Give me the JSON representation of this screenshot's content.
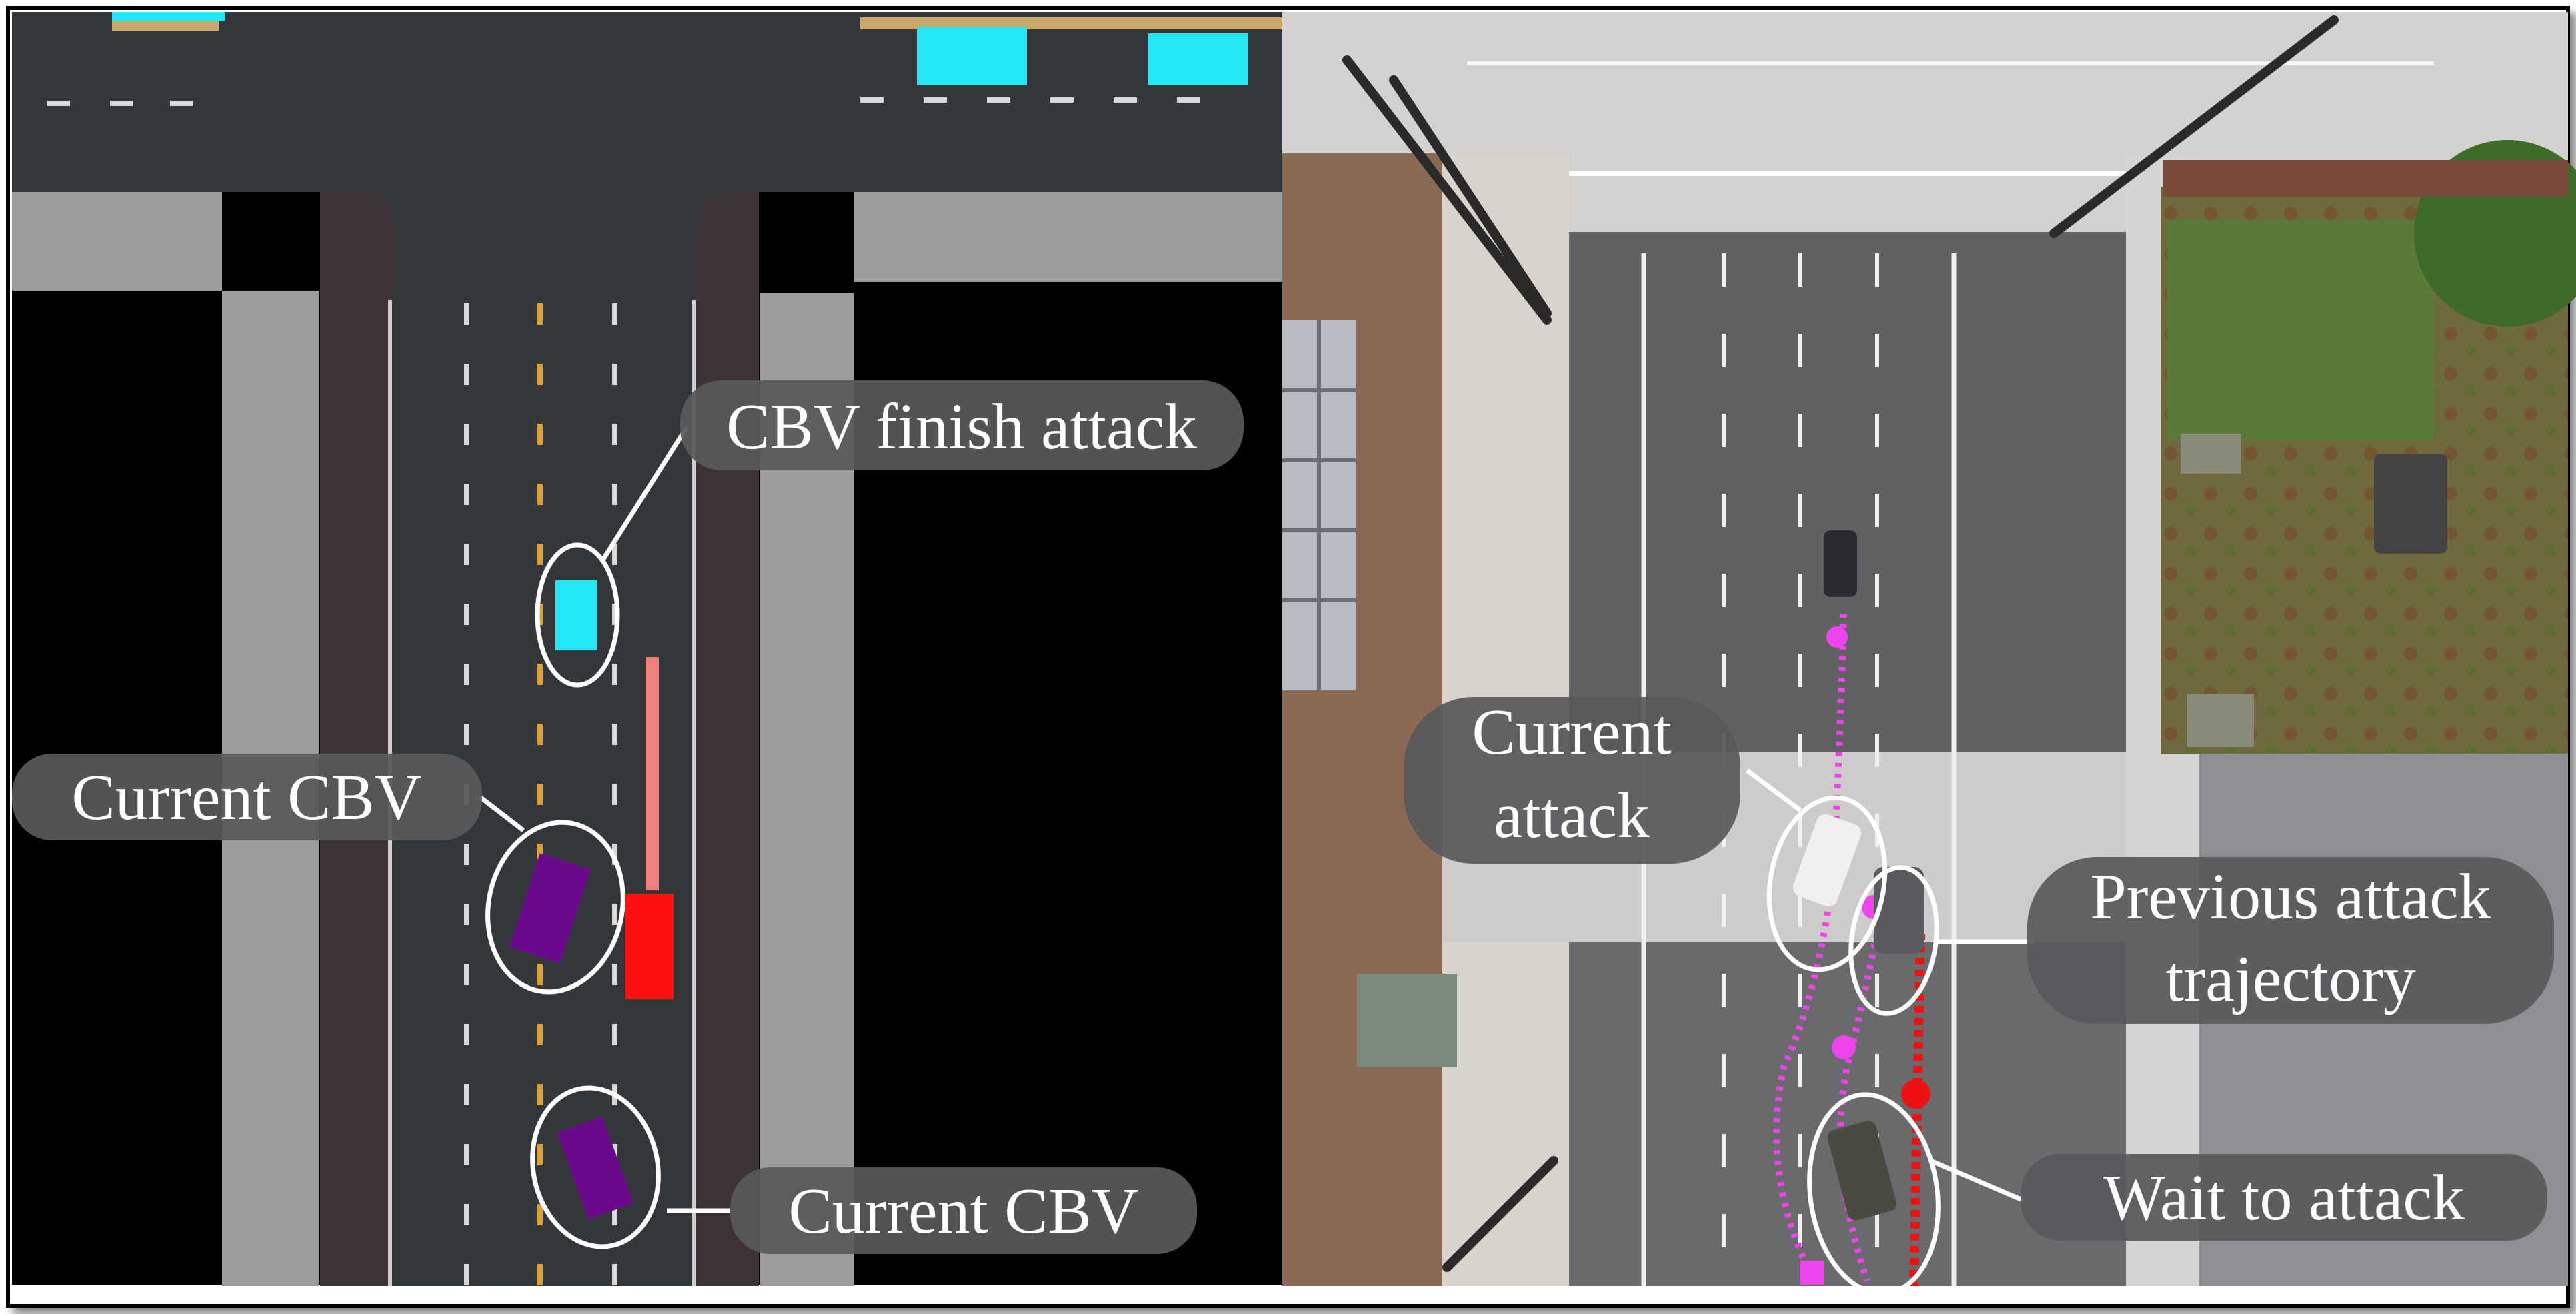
{
  "labels": {
    "left_top": "CBV finish attack",
    "left_middle": "Current CBV",
    "left_bottom": "Current CBV",
    "right_current_attack_line1": "Current",
    "right_current_attack_line2": "attack",
    "right_previous_line1": "Previous attack",
    "right_previous_line2": "trajectory",
    "right_wait": "Wait to attack"
  },
  "colors": {
    "road_dark": "#33373a",
    "sidewalk_gray": "#9a9c99",
    "void_black": "#000000",
    "ego_red": "#ff1010",
    "cbv_purple": "#6a0a8a",
    "finished_cyan": "#22e6f5",
    "trajectory_magenta": "#ee44ee",
    "trajectory_red": "#ee1111",
    "label_bg": "#58595b",
    "grass": "#5a7a3a"
  }
}
